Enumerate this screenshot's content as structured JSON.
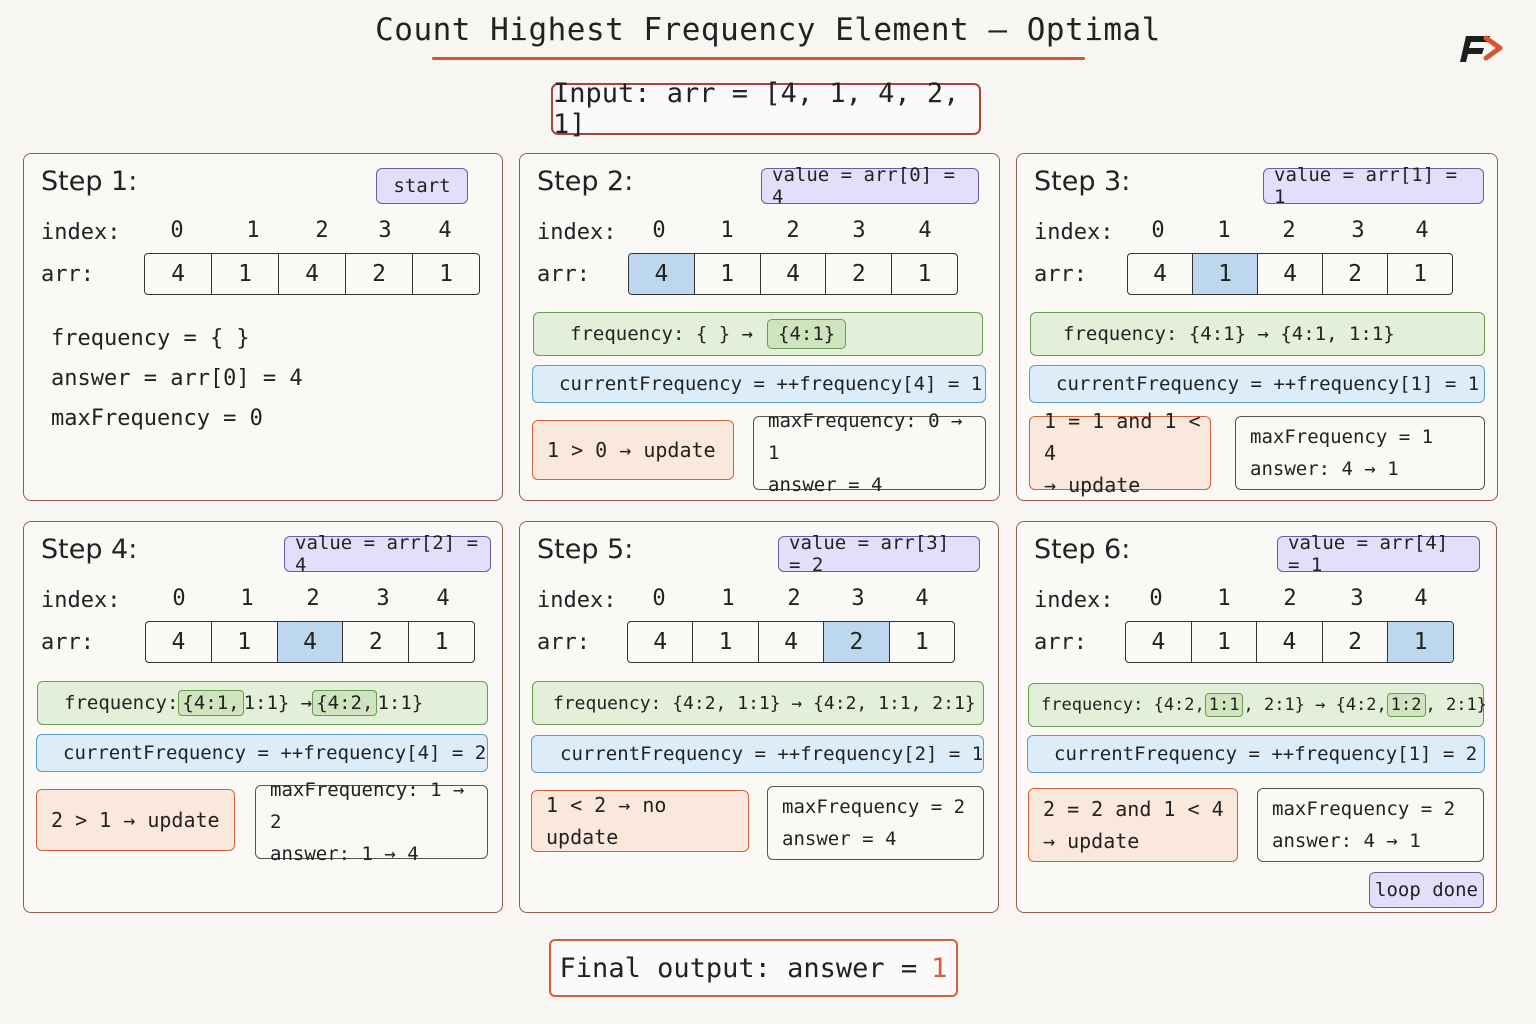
{
  "title": "Count Highest Frequency Element — Optimal",
  "input": "Input:  arr = [4, 1, 4, 2, 1]",
  "indices": [
    "0",
    "1",
    "2",
    "3",
    "4"
  ],
  "labels": {
    "index": "index:",
    "arr": "arr:"
  },
  "colors": {
    "accent": "#d9532e",
    "highlight": "#bcd7ee",
    "tag": "#e4defa",
    "freq": "#e3efd9",
    "current": "#dcecf8",
    "condition": "#fbe8dc"
  },
  "steps": [
    {
      "title": "Step 1:",
      "tag": "start",
      "arr": [
        "4",
        "1",
        "4",
        "2",
        "1"
      ],
      "highlight": -1,
      "lines": [
        "frequency = {  }",
        "answer = arr[0] = 4",
        "maxFrequency = 0"
      ]
    },
    {
      "title": "Step 2:",
      "tag": "value = arr[0] = 4",
      "arr": [
        "4",
        "1",
        "4",
        "2",
        "1"
      ],
      "highlight": 0,
      "frequency": {
        "before": "frequency: {  }  →",
        "after": "{4:1}"
      },
      "current": "currentFrequency = ++frequency[4] = 1",
      "condition": [
        "1 > 0 → update"
      ],
      "result": [
        "maxFrequency: 0 → 1",
        "answer = 4"
      ]
    },
    {
      "title": "Step 3:",
      "tag": "value = arr[1] = 1",
      "arr": [
        "4",
        "1",
        "4",
        "2",
        "1"
      ],
      "highlight": 1,
      "frequency": {
        "text": "frequency: {4:1}  →  {4:1, 1:1}"
      },
      "current": "currentFrequency = ++frequency[1] = 1",
      "condition": [
        "1 = 1 and 1 < 4",
        "→ update"
      ],
      "result": [
        "maxFrequency = 1",
        "answer: 4 → 1"
      ]
    },
    {
      "title": "Step 4:",
      "tag": "value = arr[2] = 4",
      "arr": [
        "4",
        "1",
        "4",
        "2",
        "1"
      ],
      "highlight": 2,
      "frequency": {
        "p1": "frequency: ",
        "c1": "{4:1,",
        "p2": "1:1}  → ",
        "c2": "{4:2,",
        "p3": " 1:1}"
      },
      "current": "currentFrequency = ++frequency[4] = 2",
      "condition": [
        "2 > 1 → update"
      ],
      "result": [
        "maxFrequency: 1 → 2",
        "answer: 1 → 4"
      ]
    },
    {
      "title": "Step 5:",
      "tag": "value = arr[3] = 2",
      "arr": [
        "4",
        "1",
        "4",
        "2",
        "1"
      ],
      "highlight": 3,
      "frequency": {
        "text": "frequency: {4:2, 1:1} → {4:2, 1:1, 2:1}"
      },
      "current": "currentFrequency = ++frequency[2] = 1",
      "condition": [
        "1 < 2 → no update"
      ],
      "result": [
        "maxFrequency = 2",
        "answer = 4"
      ]
    },
    {
      "title": "Step 6:",
      "tag": "value = arr[4] = 1",
      "arr": [
        "4",
        "1",
        "4",
        "2",
        "1"
      ],
      "highlight": 4,
      "frequency": {
        "p1": "frequency: {4:2, ",
        "c1": "1:1",
        "p2": ", 2:1} → {4:2, ",
        "c2": "1:2",
        "p3": ", 2:1}"
      },
      "current": "currentFrequency = ++frequency[1] = 2",
      "condition": [
        "2 = 2 and 1 < 4",
        "→ update"
      ],
      "result": [
        "maxFrequency = 2",
        "answer: 4 → 1"
      ],
      "footer_tag": "loop done"
    }
  ],
  "final": {
    "label": "Final output:  answer =",
    "value": "1"
  }
}
